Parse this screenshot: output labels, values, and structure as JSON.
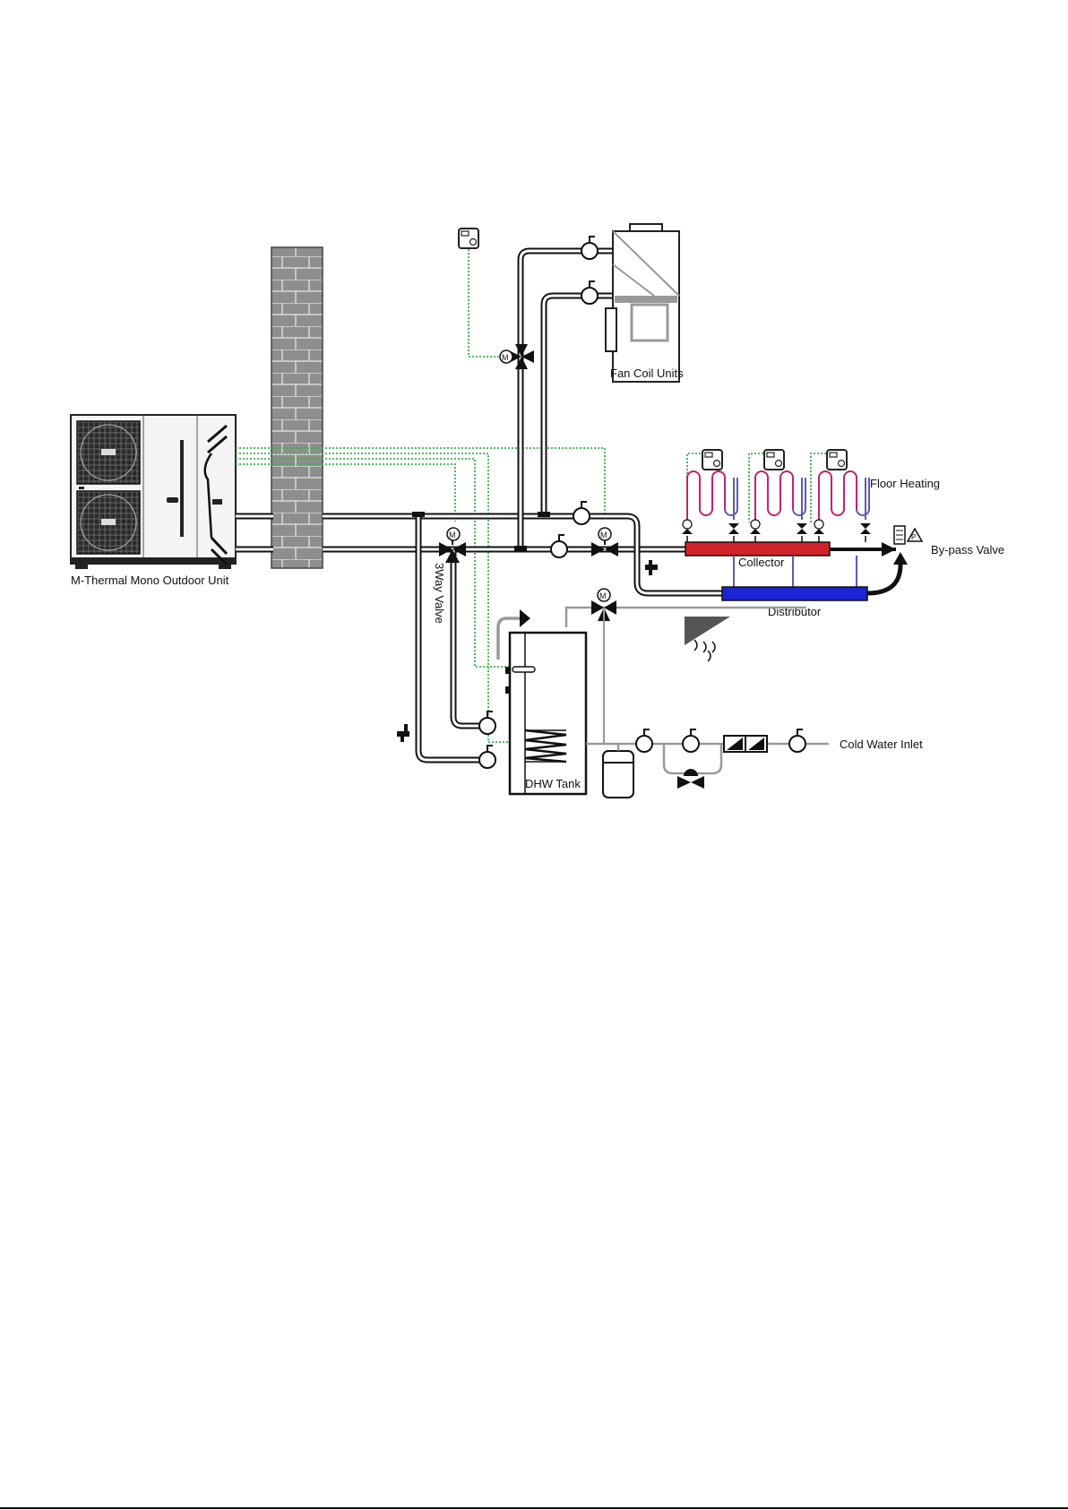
{
  "labels": {
    "outdoor_unit": "M-Thermal Mono Outdoor Unit",
    "fan_coil": "Fan Coil Units",
    "floor_heating": "Floor Heating",
    "bypass_valve": "By-pass Valve",
    "collector": "Collector",
    "distributor": "Distributor",
    "three_way_valve": "3Way Valve",
    "dhw_tank": "DHW Tank",
    "cold_water_inlet": "Cold Water Inlet",
    "motor_letter": "M"
  },
  "colors": {
    "pipe": "#111111",
    "control_wire": "#39b54a",
    "collector": "#d2232a",
    "distributor": "#1b24d6",
    "loop_red": "#c0246e",
    "loop_blue": "#5b5bb5",
    "wall": "#8c8c8c",
    "water_line": "#999999"
  }
}
